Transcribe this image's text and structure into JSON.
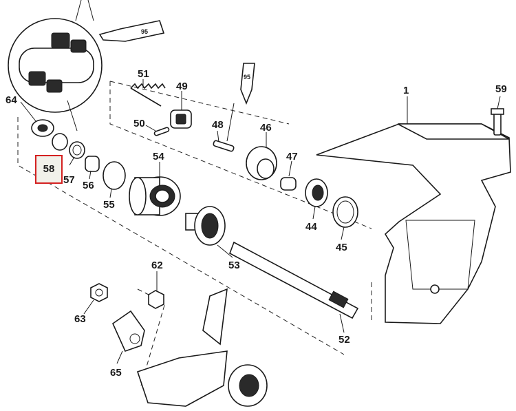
{
  "diagram": {
    "highlighted_part": "58",
    "highlight_color": "#d42020",
    "sealant_label": "95",
    "part_labels": {
      "p1": "1",
      "p44": "44",
      "p45": "45",
      "p46": "46",
      "p47": "47",
      "p48": "48",
      "p49": "49",
      "p50": "50",
      "p51": "51",
      "p52": "52",
      "p53": "53",
      "p54": "54",
      "p55": "55",
      "p56": "56",
      "p57": "57",
      "p59": "59",
      "p62": "62",
      "p63": "63",
      "p64": "64",
      "p65": "65"
    }
  }
}
